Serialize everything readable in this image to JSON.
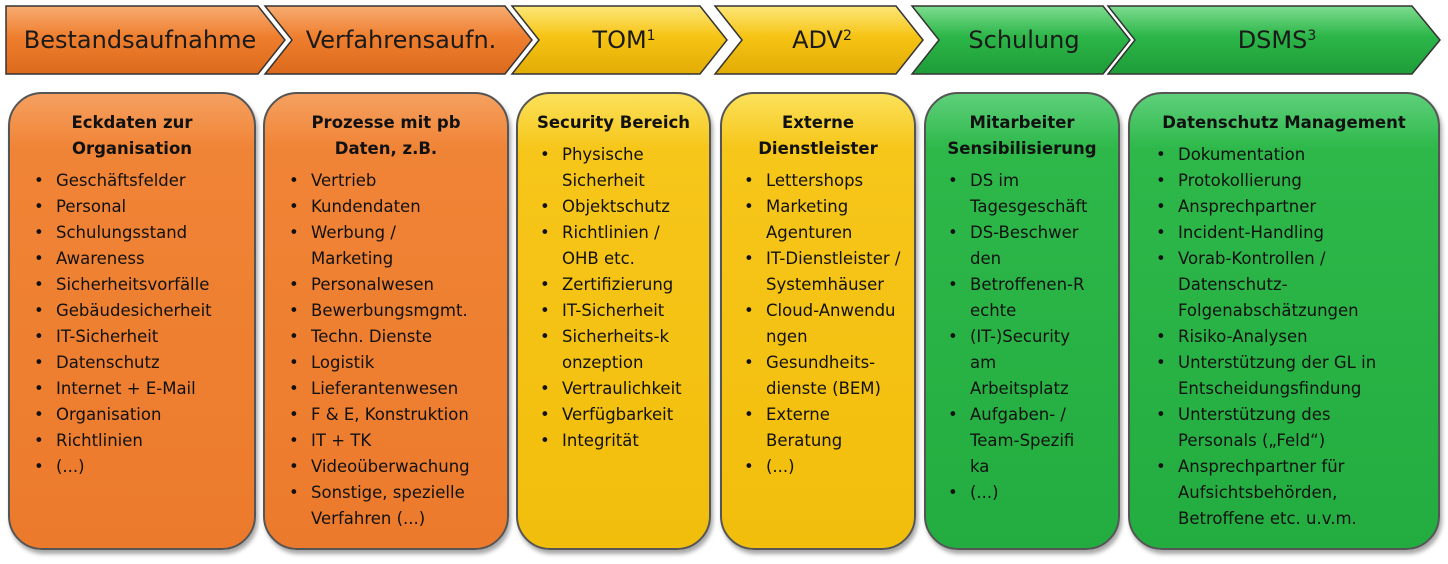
{
  "steps": [
    {
      "label": "Bestandsaufnahme",
      "sup": ""
    },
    {
      "label": "Verfahrensaufn.",
      "sup": ""
    },
    {
      "label": "TOM",
      "sup": "1"
    },
    {
      "label": "ADV",
      "sup": "2"
    },
    {
      "label": "Schulung",
      "sup": ""
    },
    {
      "label": "DSMS",
      "sup": "3"
    }
  ],
  "boxes": [
    {
      "title": "Eckdaten zur Organisation",
      "items": [
        "Geschäftsfelder",
        "Personal",
        "Schulungsstand",
        "Awareness",
        "Sicherheitsvorfälle",
        "Gebäudesicherheit",
        "IT-Sicherheit",
        "Datenschutz",
        "Internet + E-Mail",
        "Organisation",
        "Richtlinien",
        "(...)"
      ]
    },
    {
      "title": "Prozesse mit pb Daten, z.B.",
      "items": [
        "Vertrieb",
        "Kundendaten",
        "Werbung / Marketing",
        "Personalwesen",
        "Bewerbungsmgmt.",
        "Techn. Dienste",
        "Logistik",
        "Lieferantenwesen",
        "F & E, Konstruktion",
        "IT + TK",
        "Videoüberwachung",
        "Sonstige, spezielle Verfahren (...)"
      ]
    },
    {
      "title": "Security Bereich",
      "items": [
        "Physische Sicherheit",
        "Objektschutz",
        "Richtlinien / OHB etc.",
        "Zertifizierung",
        "IT-Sicherheit",
        "Sicherheits-konzeption",
        "Vertraulichkeit",
        "Verfügbarkeit",
        "Integrität"
      ]
    },
    {
      "title": "Externe Dienstleister",
      "items": [
        "Lettershops",
        "Marketing Agenturen",
        "IT-Dienstleister / Systemhäuser",
        "Cloud-Anwendungen",
        "Gesundheits-dienste (BEM)",
        "Externe Beratung",
        "(...)"
      ]
    },
    {
      "title": "Mitarbeiter Sensibilisierung",
      "items": [
        "DS im Tagesgeschäft",
        "DS-Beschwerden",
        "Betroffenen-Rechte",
        "(IT-)Security am Arbeitsplatz",
        "Aufgaben- / Team-Spezifika",
        "(...)"
      ]
    },
    {
      "title": "Datenschutz Management",
      "items": [
        "Dokumentation",
        "Protokollierung",
        "Ansprechpartner",
        "Incident-Handling",
        "Vorab-Kontrollen / Datenschutz-Folgenabschätzungen",
        "Risiko-Analysen",
        "Unterstützung der GL in Entscheidungsfindung",
        "Unterstützung des Personals („Feld“)",
        "Ansprechpartner für Aufsichtsbehörden, Betroffene etc. u.v.m."
      ]
    }
  ],
  "colors": {
    "orange": "#ED7D31",
    "yellow": "#F5C20E",
    "green": "#27B044"
  }
}
